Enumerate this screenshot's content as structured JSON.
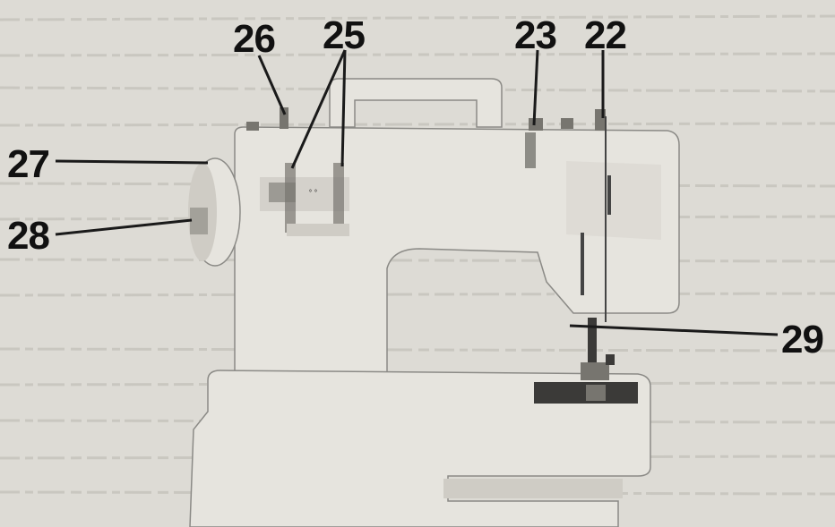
{
  "callouts": [
    {
      "id": "26",
      "label": "26"
    },
    {
      "id": "25",
      "label": "25"
    },
    {
      "id": "23",
      "label": "23"
    },
    {
      "id": "22",
      "label": "22"
    },
    {
      "id": "27",
      "label": "27"
    },
    {
      "id": "28",
      "label": "28"
    },
    {
      "id": "29",
      "label": "29"
    }
  ],
  "colors": {
    "background": "#dddbd5",
    "machine_body": "#e6e4de",
    "callout_text": "#111111"
  }
}
